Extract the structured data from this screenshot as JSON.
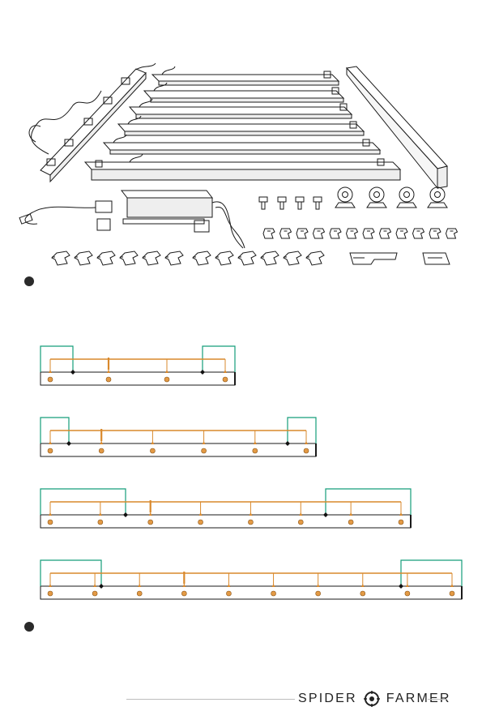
{
  "brand": {
    "word_left": "SPIDER",
    "word_right": "FARMER",
    "logo": "spider-farmer-logo"
  },
  "colors": {
    "bar_orange": "#d9892c",
    "bracket_green": "#159e7a",
    "led_dot": "#e39a45",
    "outline": "#1a1a1a",
    "bullet": "#2a2a2a"
  },
  "layouts": [
    {
      "lights": 4
    },
    {
      "lights": 6
    },
    {
      "lights": 8
    },
    {
      "lights": 10
    }
  ],
  "parts": {
    "light_bars": 6,
    "knobs": 4,
    "hangers": 4,
    "clips_small": 12,
    "clips_large": 12,
    "brackets": 2
  }
}
